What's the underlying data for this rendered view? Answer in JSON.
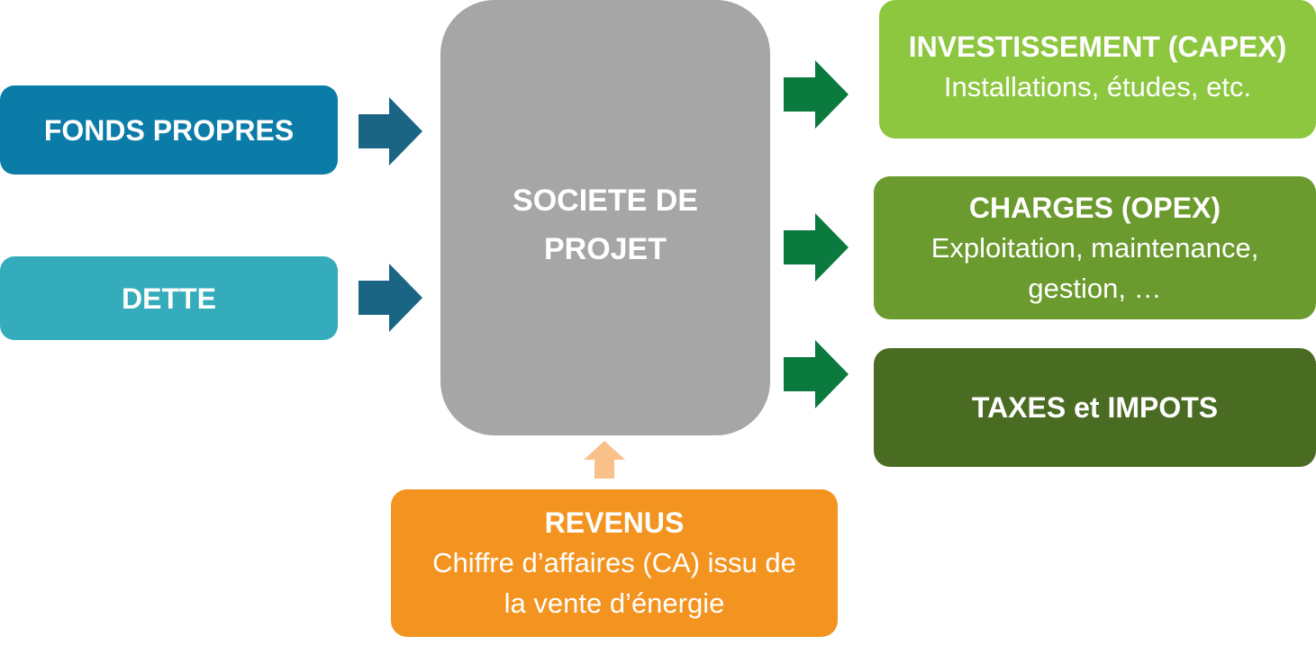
{
  "colors": {
    "fonds_propres": "#0b7ca8",
    "dette": "#35acbb",
    "societe": "#a6a6a6",
    "capex": "#8dc63f",
    "opex": "#6b9a2e",
    "taxes": "#4a6b22",
    "revenus": "#f39420",
    "arrow_in": "#1a6484",
    "arrow_out": "#0a7a3e",
    "arrow_revenus": "#f9c089"
  },
  "nodes": {
    "fonds_propres": {
      "title": "FONDS PROPRES"
    },
    "dette": {
      "title": "DETTE"
    },
    "societe": {
      "title_line1": "SOCIETE DE",
      "title_line2": "PROJET"
    },
    "capex": {
      "title": "INVESTISSEMENT (CAPEX)",
      "subtitle": "Installations, études, etc."
    },
    "opex": {
      "title": "CHARGES (OPEX)",
      "subtitle_line1": "Exploitation, maintenance,",
      "subtitle_line2": "gestion, …"
    },
    "taxes": {
      "title": "TAXES et IMPOTS"
    },
    "revenus": {
      "title": "REVENUS",
      "subtitle_line1": "Chiffre d’affaires (CA) issu de",
      "subtitle_line2": "la vente d’énergie"
    }
  },
  "arrows": [
    {
      "from": "fonds_propres",
      "to": "societe"
    },
    {
      "from": "dette",
      "to": "societe"
    },
    {
      "from": "societe",
      "to": "capex"
    },
    {
      "from": "societe",
      "to": "opex"
    },
    {
      "from": "societe",
      "to": "taxes"
    },
    {
      "from": "revenus",
      "to": "societe"
    }
  ]
}
